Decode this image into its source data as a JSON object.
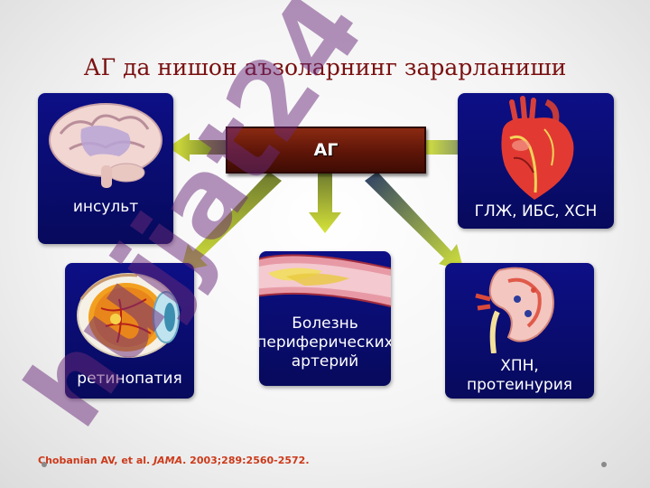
{
  "title": "АГ да нишон аъзоларнинг зарарланиши",
  "center": {
    "label": "АГ"
  },
  "nodes": {
    "brain": {
      "label": "инсульт",
      "icon": "brain-icon"
    },
    "heart": {
      "label": "ГЛЖ, ИБС, ХСН",
      "icon": "heart-icon"
    },
    "eye": {
      "label": "ретинопатия",
      "icon": "eye-icon"
    },
    "artery": {
      "label_lines": [
        "Болезнь",
        "периферических",
        "артерий"
      ],
      "icon": "artery-icon"
    },
    "kidney": {
      "label_lines": [
        "ХПН,",
        "протеинурия"
      ],
      "icon": "kidney-icon"
    }
  },
  "citation": {
    "authors": "Chobanian AV, et al. ",
    "journal": "JAMA",
    "details": ". 2003;289:2560-2572."
  },
  "watermark": "hujjat24",
  "colors": {
    "title": "#7a1010",
    "card": "#0a0c78",
    "center_box": "#5e1508",
    "arrow": "#b7c43a",
    "citation": "#cc3a1a",
    "watermark": "#7a2a8a"
  }
}
